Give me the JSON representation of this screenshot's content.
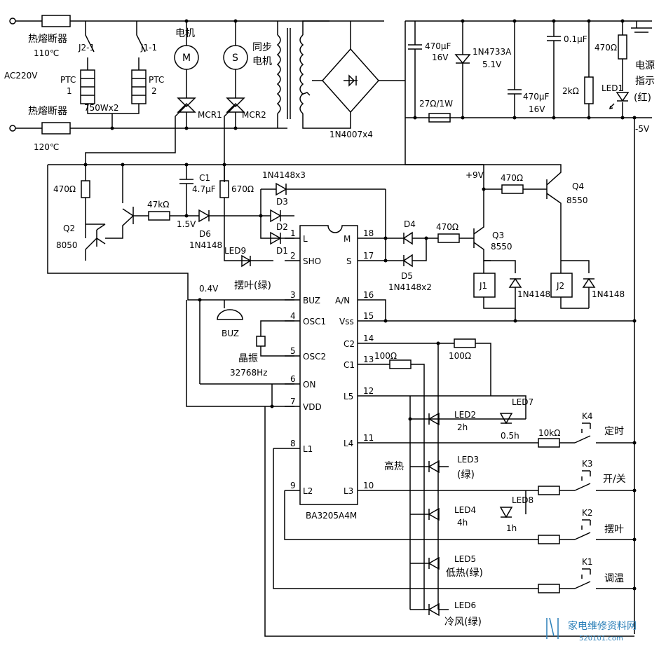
{
  "diagram": {
    "power": {
      "fuse1": "热熔断器",
      "fuse1_temp": "110℃",
      "fuse2": "热熔断器",
      "fuse2_temp": "120℃",
      "mains": "AC220V",
      "j2_1": "J2-1",
      "j1_1": "J1-1",
      "ptc1": "PTC",
      "ptc1_num": "1",
      "ptc2": "PTC",
      "ptc2_num": "2",
      "ptc_rating": "750Wx2",
      "motor_label": "电机",
      "motor_symbol": "M",
      "sync_motor_label": "同步",
      "sync_motor_label2": "电机",
      "sync_motor_symbol": "S",
      "mcr1": "MCR1",
      "mcr2": "MCR2",
      "bridge": "1N4007x4",
      "cap_470_top": "470μF",
      "cap_470_top_v": "16V",
      "zener": "1N4733A",
      "zener_v": "5.1V",
      "res_27": "27Ω/1W",
      "cap_470_mid": "470μF",
      "cap_470_mid_v": "16V",
      "cap_01": "0.1μF",
      "res_2k": "2kΩ",
      "res_470_led": "470Ω",
      "led1": "LED1",
      "power_ind_1": "电源",
      "power_ind_2": "指示",
      "power_ind_3": "(红)",
      "neg5v": "-5V"
    },
    "control": {
      "r470_q2": "470Ω",
      "q2": "Q2",
      "q2_type": "8050",
      "r47k": "47kΩ",
      "c1": "C1",
      "c1_val": "4.7μF",
      "v15": "1.5V",
      "d6": "D6",
      "d6_type": "1N4148",
      "r670": "670Ω",
      "diodes_x3": "1N4148x3",
      "d3": "D3",
      "d2": "D2",
      "d1": "D1",
      "led9": "LED9",
      "led9_desc": "摆叶(绿)",
      "v04": "0.4V",
      "buz": "BUZ",
      "crystal": "晶振",
      "crystal_freq": "32768Hz",
      "v9": "+9V",
      "r470_q4": "470Ω",
      "q4": "Q4",
      "q4_type": "8550",
      "d4": "D4",
      "r470_q3": "470Ω",
      "q3": "Q3",
      "q3_type": "8550",
      "d5": "D5",
      "d5_type": "1N4148x2",
      "j1": "J1",
      "j2": "J2",
      "diode_j1": "1N4148",
      "diode_j2": "1N4148"
    },
    "ic": {
      "name": "BA3205A4M",
      "left_pins": [
        {
          "num": "1",
          "name": "L"
        },
        {
          "num": "2",
          "name": "SHO"
        },
        {
          "num": "3",
          "name": "BUZ"
        },
        {
          "num": "4",
          "name": "OSC1"
        },
        {
          "num": "5",
          "name": "OSC2"
        },
        {
          "num": "6",
          "name": "ON"
        },
        {
          "num": "7",
          "name": "VDD"
        },
        {
          "num": "8",
          "name": "L1"
        },
        {
          "num": "9",
          "name": "L2"
        }
      ],
      "right_pins": [
        {
          "num": "18",
          "name": "M"
        },
        {
          "num": "17",
          "name": "S"
        },
        {
          "num": "16",
          "name": "A/N"
        },
        {
          "num": "15",
          "name": "Vss"
        },
        {
          "num": "14",
          "name": "C2"
        },
        {
          "num": "13",
          "name": "C1"
        },
        {
          "num": "12",
          "name": "L5"
        },
        {
          "num": "11",
          "name": "L4"
        },
        {
          "num": "10",
          "name": "L3"
        }
      ]
    },
    "panel": {
      "r100_a": "100Ω",
      "r100_b": "100Ω",
      "led2": "LED2",
      "led2_desc": "2h",
      "led7": "LED7",
      "led7_desc": "0.5h",
      "r10k": "10kΩ",
      "k4": "K4",
      "k4_label": "定时",
      "high_heat": "高热",
      "led3": "LED3",
      "led3_desc": "(绿)",
      "k3": "K3",
      "k3_label": "开/关",
      "led4": "LED4",
      "led4_desc": "4h",
      "led8": "LED8",
      "led8_desc": "1h",
      "k2": "K2",
      "k2_label": "摆叶",
      "led5": "LED5",
      "led5_desc": "低热(绿)",
      "k1": "K1",
      "k1_label": "调温",
      "led6": "LED6",
      "led6_desc": "冷风(绿)"
    },
    "watermark": {
      "text": "家电维修资料网",
      "url": "520101.com"
    }
  }
}
